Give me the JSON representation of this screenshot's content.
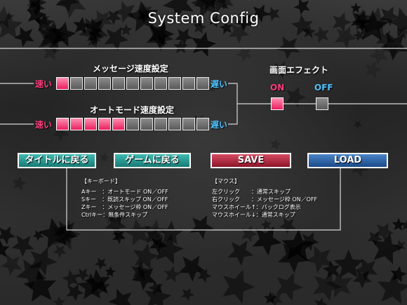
{
  "window": {
    "title": "System Config"
  },
  "message_speed": {
    "label": "メッセージ速度設定",
    "fast": "速い",
    "slow": "遅い",
    "level": 1,
    "steps": 11
  },
  "auto_speed": {
    "label": "オートモード速度設定",
    "fast": "速い",
    "slow": "遅い",
    "level": 5,
    "steps": 11
  },
  "screen_effect": {
    "label": "画面エフェクト",
    "on": "ON",
    "off": "OFF",
    "selected": "ON"
  },
  "buttons": {
    "title": "タイトルに戻る",
    "game": "ゲームに戻る",
    "save": "SAVE",
    "load": "LOAD"
  },
  "keyboard_help": {
    "heading": "【キーボード】",
    "lines": [
      "Aキー　：オートモード ON／OFF",
      "Sキー　：既読スキップ ON／OFF",
      "Zキー　：メッセージ枠 ON／OFF",
      "Ctrlキー：無条件スキップ"
    ]
  },
  "mouse_help": {
    "heading": "【マウス】",
    "lines": [
      "左クリック　　：通常スキップ",
      "右クリック　　：メッセージ枠 ON／OFF",
      "マウスホイール↑：バックログ表示",
      "マウスホイール↓：通常スキップ"
    ]
  },
  "colors": {
    "fast": "#ff3d7f",
    "slow": "#4fc4ff",
    "active_cell": "#e81f5f",
    "button_teal": "#2a9b94",
    "button_red": "#b32a44",
    "button_blue": "#2d64a8"
  }
}
